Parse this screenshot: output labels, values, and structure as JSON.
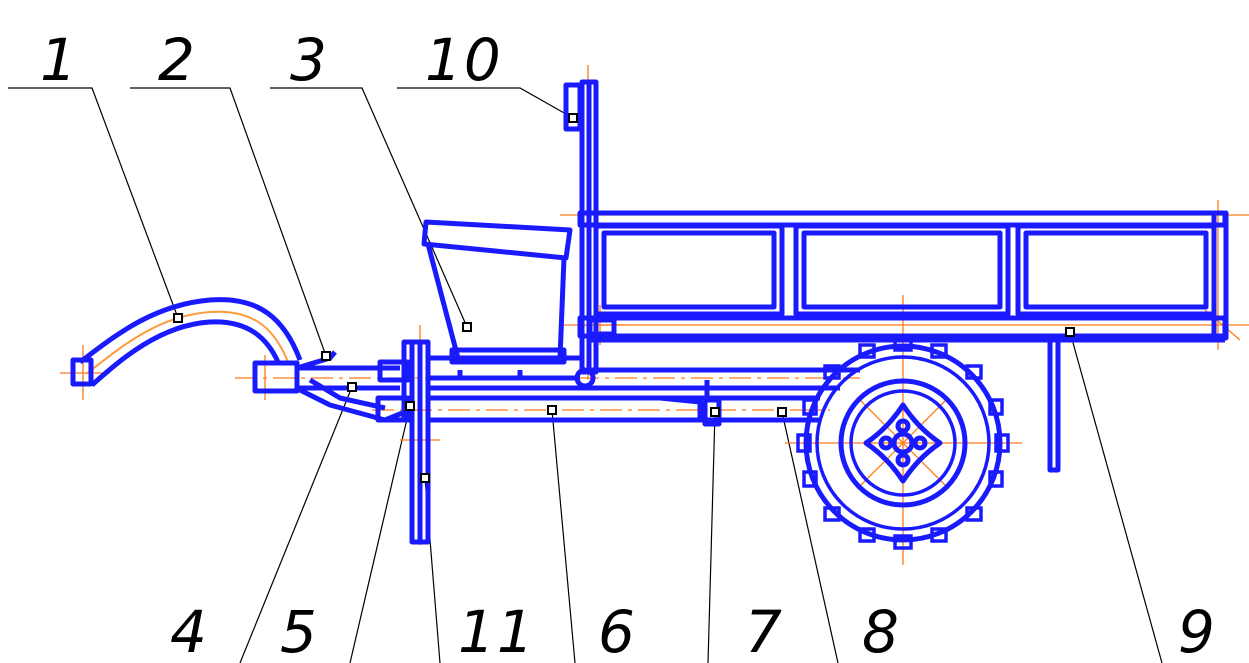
{
  "drawing": {
    "labels": {
      "p1": "1",
      "p2": "2",
      "p3": "3",
      "p4": "4",
      "p5": "5",
      "p6": "6",
      "p7": "7",
      "p8": "8",
      "p9": "9",
      "p10": "10",
      "p11": "11"
    },
    "colors": {
      "outline": "#1a1aff",
      "centerline": "#ff7a1a",
      "leader": "#000000"
    }
  }
}
